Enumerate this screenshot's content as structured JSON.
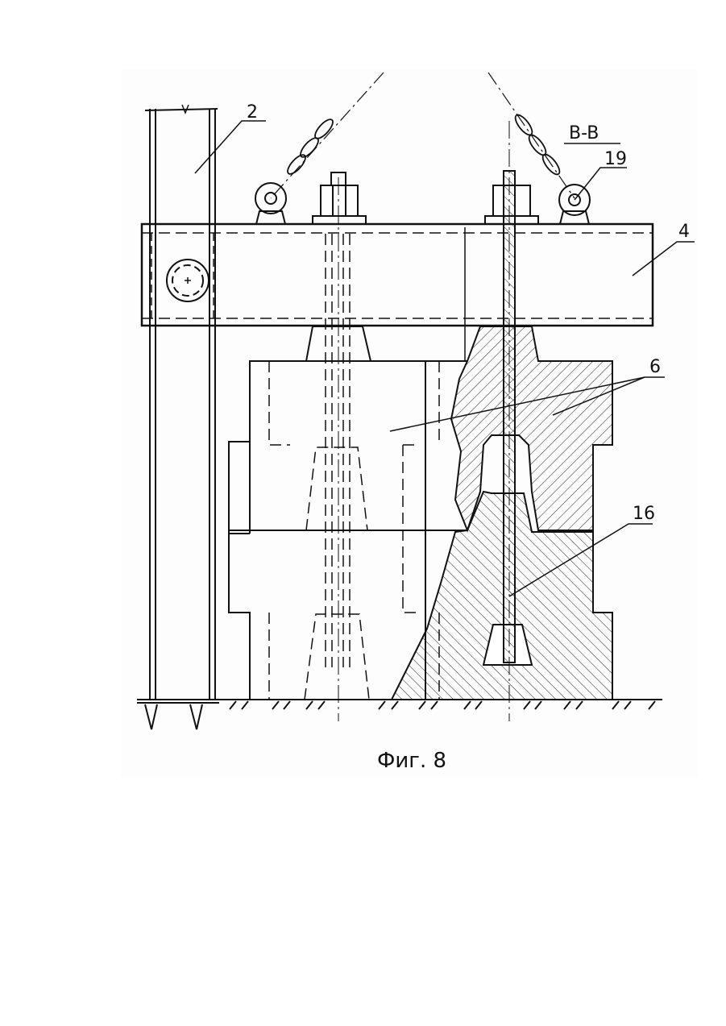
{
  "labels": {
    "post": "2",
    "section": "B-B",
    "lug": "19",
    "beam": "4",
    "blocks": "6",
    "rod": "16"
  },
  "caption": "Фиг. 8"
}
